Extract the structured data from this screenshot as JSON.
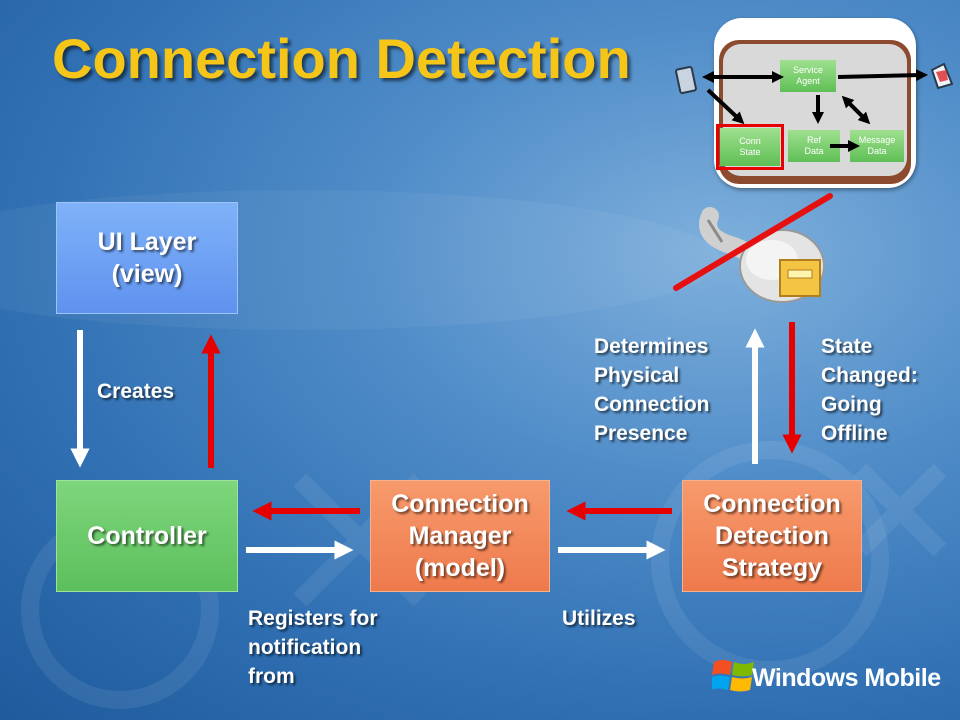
{
  "title": "Connection Detection",
  "boxes": {
    "ui_layer": "UI Layer\n(view)",
    "controller": "Controller",
    "connection_manager": "Connection\nManager\n(model)",
    "detection_strategy": "Connection\nDetection\nStrategy"
  },
  "labels": {
    "creates": "Creates",
    "registers": "Registers for\nnotification\nfrom",
    "utilizes": "Utilizes",
    "determines": "Determines\nPhysical\nConnection\nPresence",
    "state_changed": "State\nChanged:\nGoing\nOffline"
  },
  "mini_diagram": {
    "service_agent": "Service\nAgent",
    "conn_state": "Conn\nState",
    "ref_data": "Ref\nData",
    "message_data": "Message\nData"
  },
  "branding": "Windows Mobile",
  "colors": {
    "title": "#f5c518",
    "ui_layer": "#6ea3f4",
    "controller": "#6cc86c",
    "model": "#f0875a",
    "arrow_red": "#e60000",
    "arrow_white": "#ffffff"
  }
}
